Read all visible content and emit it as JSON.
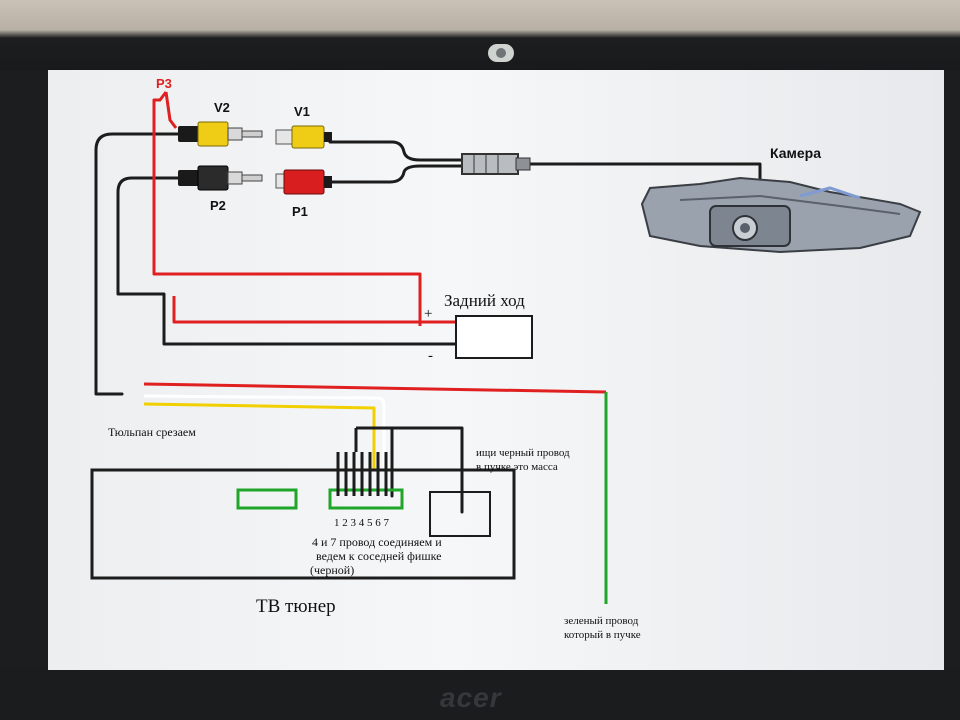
{
  "laptop": {
    "brand": "acer"
  },
  "diagram": {
    "labels": {
      "p3": "P3",
      "v2": "V2",
      "v1": "V1",
      "p2": "P2",
      "p1": "P1",
      "camera": "Камера",
      "reverse": "Задний ход",
      "plus": "+",
      "minus": "-",
      "cut_tulip": "Тюльпан срезаем",
      "ground_line1": "ищи черный провод",
      "ground_line2": "в пучке это масса",
      "pins": "1 2 3 4 5 6 7",
      "join_line1": "4 и 7 провод соединяем и",
      "join_line2": "ведем к соседней фишке",
      "join_line3": "(черной)",
      "tuner": "ТВ тюнер",
      "green_line1": "зеленый провод",
      "green_line2": "который в пучке"
    }
  },
  "colors": {
    "wire_black": "#1c1c1c",
    "wire_red": "#e02020",
    "wire_yellow": "#f0d000",
    "wire_green": "#1fa52a",
    "rca_yellow": "#efcc16",
    "rca_red": "#d81e1e",
    "rca_black": "#1a1a1a"
  }
}
